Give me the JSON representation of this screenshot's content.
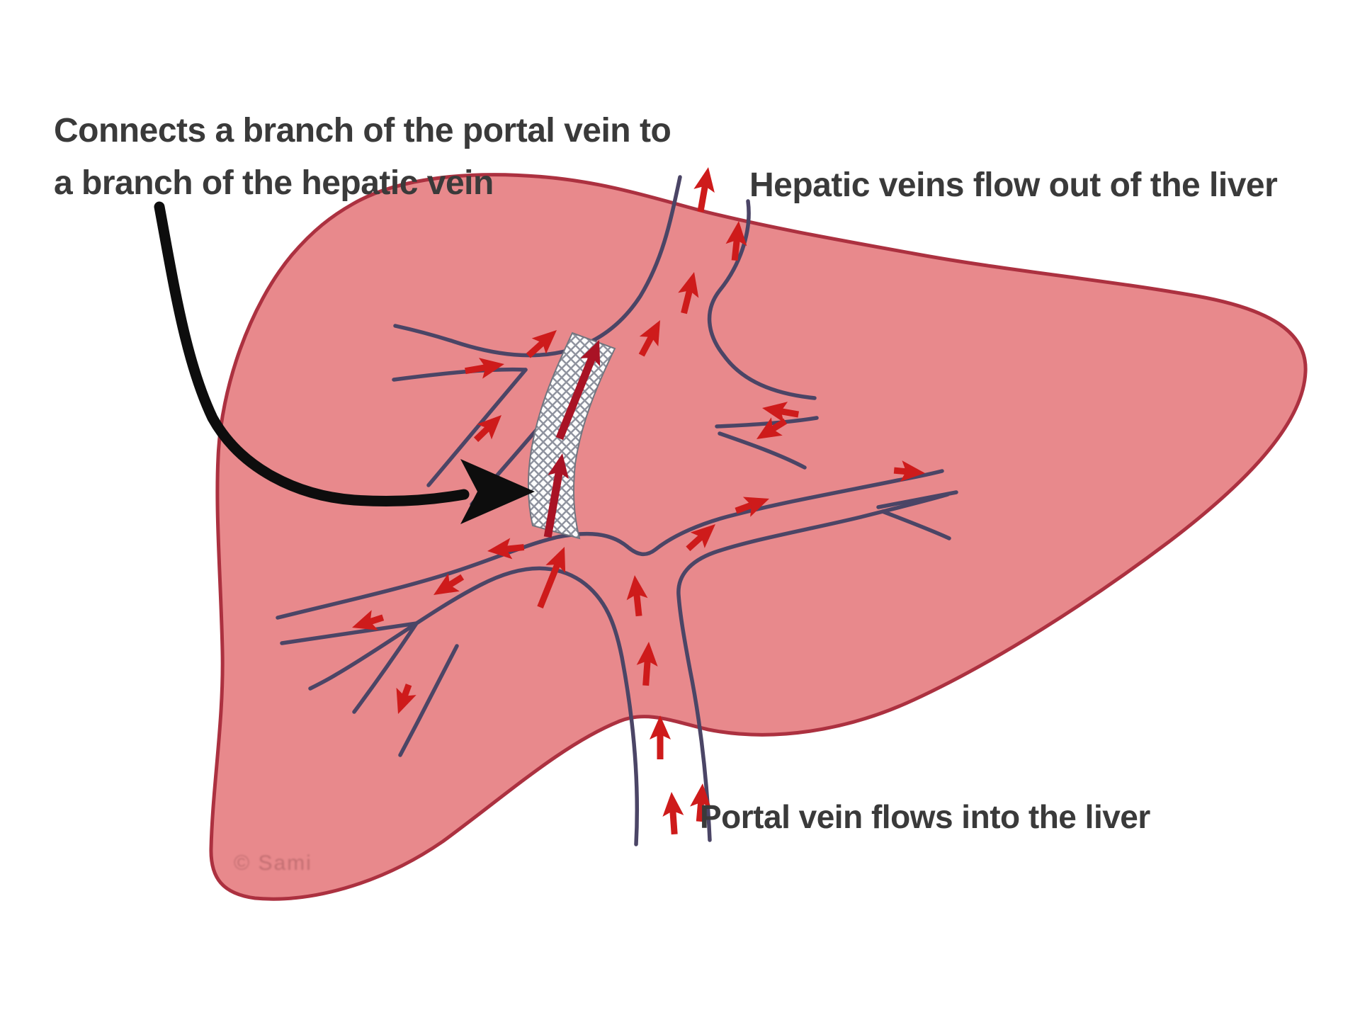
{
  "page": {
    "background": "#ffffff"
  },
  "labels": {
    "connects_line1": "Connects a branch of the portal vein to",
    "connects_line2": "a branch of the hepatic vein",
    "hepatic": "Hepatic veins flow out of the liver",
    "portal": "Portal vein flows into the liver",
    "watermark": "© Sami"
  },
  "colors": {
    "page_bg": "#FFFFFF",
    "liver_fill": "#E8898C",
    "liver_outline": "#AC3140",
    "vein_line": "#4B4566",
    "flow_arrow": "#CE1B1B",
    "stent_arrow": "#A91325",
    "stent_mesh": "#8E929E",
    "stent_fill": "#FDFDFD",
    "stent_border": "#71757F",
    "callout_arrow": "#0D0D0D",
    "label_text": "#3A3A3A"
  }
}
